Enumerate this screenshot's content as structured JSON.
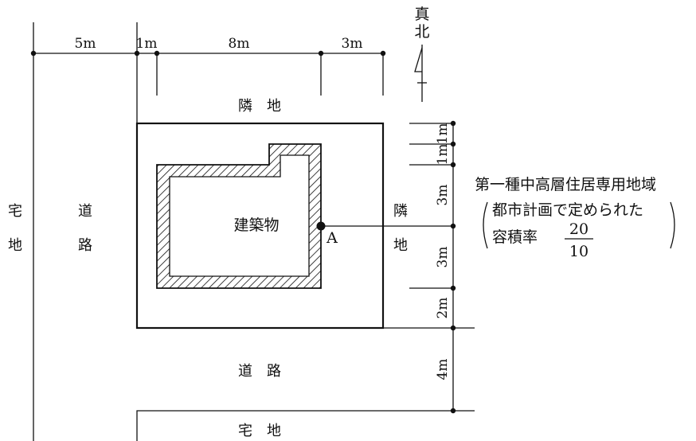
{
  "north": {
    "line1": "真",
    "line2": "北"
  },
  "top_dims": {
    "d1": "5m",
    "d2": "1m",
    "d3": "8m",
    "d4": "3m"
  },
  "right_dims": {
    "d1": "1m",
    "d2": "1m",
    "d3": "3m",
    "d4": "3m",
    "d5": "2m",
    "d6": "4m"
  },
  "labels": {
    "neighbor_top": "隣　地",
    "neighbor_right_1": "隣",
    "neighbor_right_2": "地",
    "building": "建築物",
    "point_a": "A",
    "road_left_1": "道",
    "road_left_2": "路",
    "residential_left_1": "宅",
    "residential_left_2": "地",
    "road_bottom": "道　路",
    "residential_bottom": "宅　地"
  },
  "zoning": {
    "district": "第一種中高層住居専用地域",
    "note": "都市計画で定められた",
    "far_label": "容積率",
    "far_numerator": "20",
    "far_denominator": "10"
  }
}
